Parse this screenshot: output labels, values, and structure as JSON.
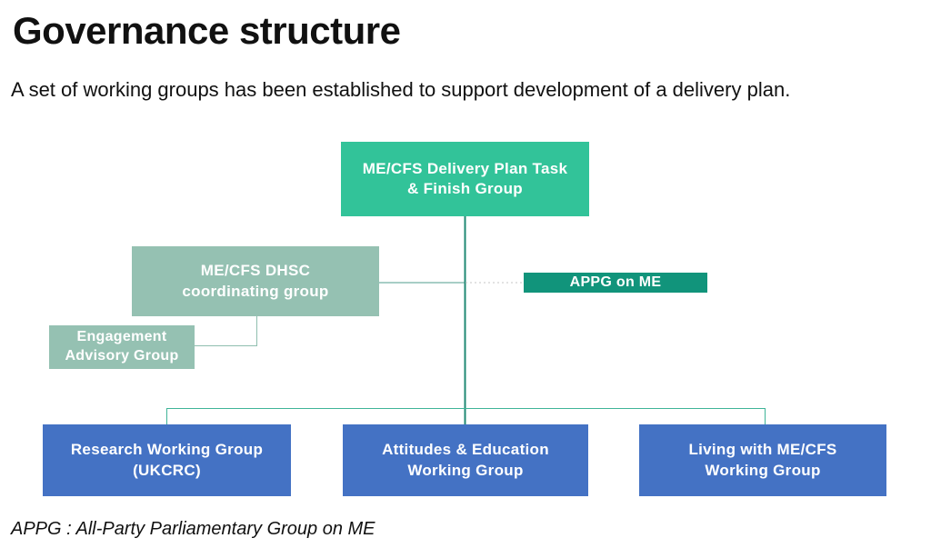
{
  "page": {
    "title": "Governance structure",
    "subtitle": "A set of working groups has been established to support development of a delivery plan.",
    "footnote": "APPG : All-Party Parliamentary Group on ME"
  },
  "colors": {
    "task_finish_box": "#32C399",
    "sage_box": "#95C1B2",
    "appg_box": "#11947B",
    "working_group_box": "#4472C4",
    "box_text": "#FFFFFF",
    "body_text": "#111111",
    "line_dark_teal": "#1F8873",
    "line_teal": "#4F9D8C",
    "line_sage": "#8FBFAF",
    "line_rail": "#3FB498",
    "line_dotted": "#C4C4C4"
  },
  "nodes": {
    "task_finish": {
      "label": "ME/CFS Delivery Plan Task\n& Finish Group"
    },
    "coordinating": {
      "label": "ME/CFS DHSC\ncoordinating group"
    },
    "engagement": {
      "label": "Engagement\nAdvisory Group"
    },
    "appg": {
      "label": "APPG on ME"
    },
    "research": {
      "label": "Research Working Group\n(UKCRC)"
    },
    "attitudes": {
      "label": "Attitudes & Education\nWorking Group"
    },
    "living": {
      "label": "Living with ME/CFS\nWorking Group"
    }
  }
}
